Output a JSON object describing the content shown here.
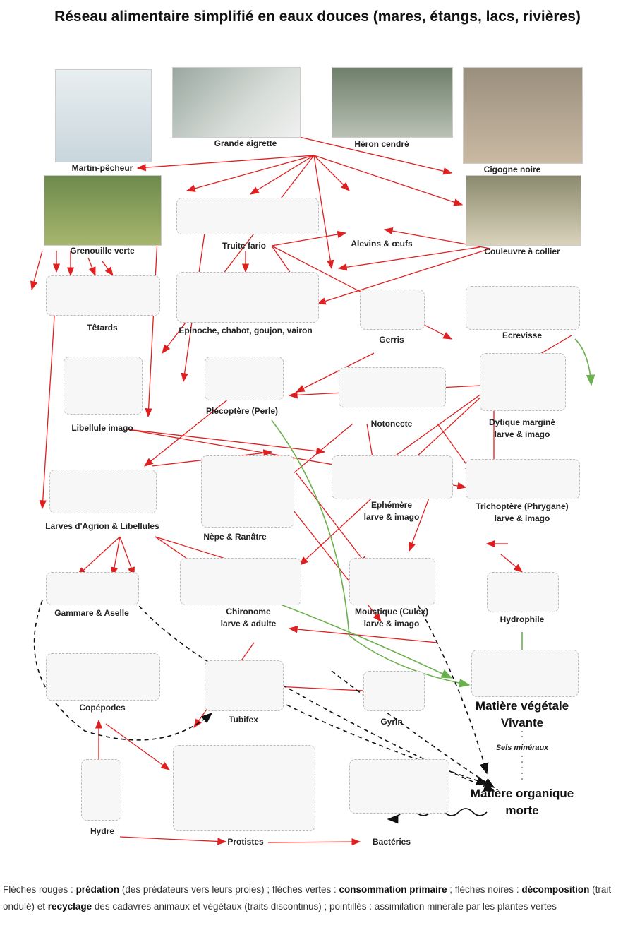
{
  "title": "Réseau alimentaire simplifié en eaux douces (mares, étangs, lacs, rivières)",
  "labels": {
    "martin": "Martin-pêcheur",
    "aigrette": "Grande aigrette",
    "heron": "Héron cendré",
    "cigogne": "Cigogne noire",
    "grenouille": "Grenouille verte",
    "truite": "Truite fario",
    "alevins": "Alevins & œufs",
    "couleuvre": "Couleuvre à collier",
    "tetards": "Têtards",
    "epinoche": "Epinoche, chabot, goujon, vairon",
    "gerris": "Gerris",
    "ecrevisse": "Ecrevisse",
    "libellule": "Libellule imago",
    "plecoptere": "Plécoptère (Perle)",
    "notonecte": "Notonecte",
    "dytique1": "Dytique marginé",
    "dytique2": "larve & imago",
    "agrion": "Larves d'Agrion & Libellules",
    "nepe": "Nèpe & Ranâtre",
    "ephemere1": "Ephémère",
    "ephemere2": "larve & imago",
    "trichoptere1": "Trichoptère (Phrygane)",
    "trichoptere2": "larve &  imago",
    "gammare": "Gammare & Aselle",
    "chironome1": "Chironome",
    "chironome2": "larve & adulte",
    "moustique1": "Moustique (Culex)",
    "moustique2": "larve & imago",
    "hydrophile": "Hydrophile",
    "copepodes": "Copépodes",
    "tubifex": "Tubifex",
    "gyrin": "Gyrin",
    "vegetale1": "Matière végétale",
    "vegetale2": "Vivante",
    "sels": "Sels minéraux",
    "organique1": "Matière organique",
    "organique2": "morte",
    "hydre": "Hydre",
    "protistes": "Protistes",
    "bacteries": "Bactéries"
  },
  "legend": {
    "t1": "Flèches rouges : ",
    "b1": "prédation",
    "t2": " (des prédateurs vers leurs proies) ; flèches vertes : ",
    "b2": "consommation primaire",
    "t3": " ; flèches noires : ",
    "b3": "décomposition",
    "t4": " (trait ondulé) et ",
    "b4": "recyclage",
    "t5": " des cadavres animaux et végétaux (traits discontinus) ; pointillés : assimilation minérale par les plantes vertes"
  },
  "colors": {
    "predation": "#e02020",
    "primary": "#6ab04c",
    "decomposition": "#111111"
  }
}
